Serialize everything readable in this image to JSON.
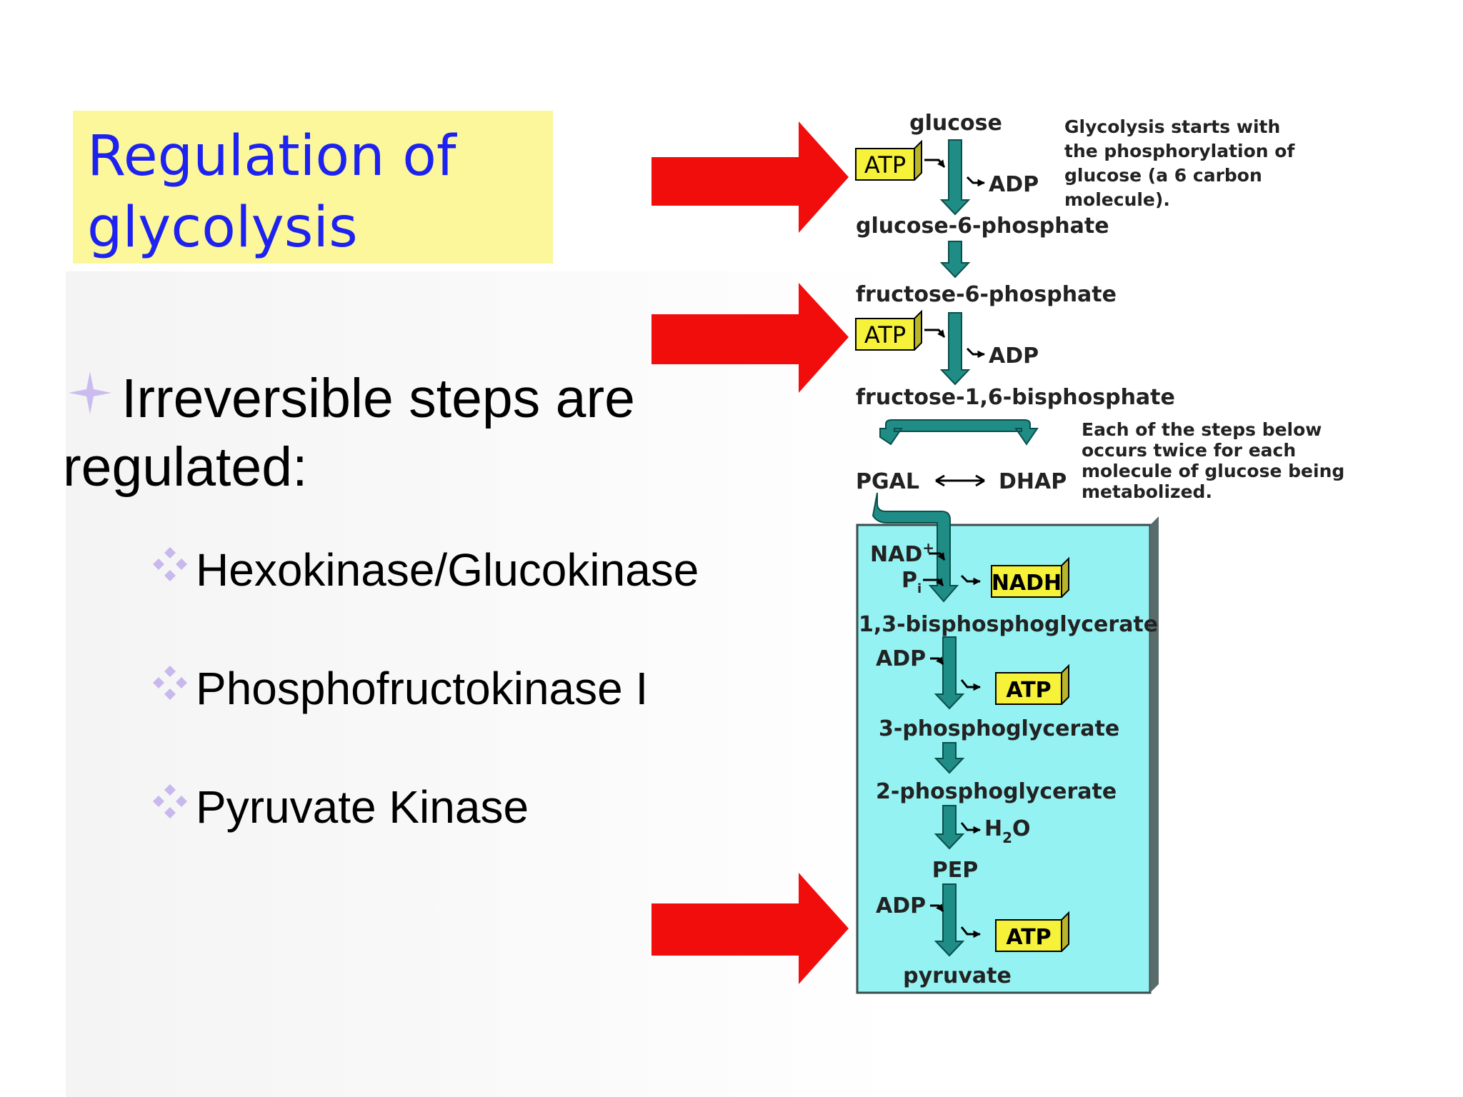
{
  "slide": {
    "title": "Regulation of\nglycolysis",
    "main_bullet": "Irreversible steps are regulated:",
    "sub_bullets": [
      "Hexokinase/Glucokinase",
      "Phosphofructokinase I",
      "Pyruvate Kinase"
    ]
  },
  "diagram": {
    "metabolites": {
      "glucose": "glucose",
      "g6p": "glucose-6-phosphate",
      "f6p": "fructose-6-phosphate",
      "f16bp": "fructose-1,6-bisphosphate",
      "pgal": "PGAL",
      "dhap": "DHAP",
      "bpg13": "1,3-bisphosphoglycerate",
      "pg3": "3-phosphoglycerate",
      "pg2": "2-phosphoglycerate",
      "pep": "PEP",
      "pyruvate": "pyruvate"
    },
    "cofactors": {
      "atp": "ATP",
      "adp": "ADP",
      "nad": "NAD",
      "nad_sup": "+",
      "pi": "P",
      "pi_sub": "i",
      "nadh": "NADH",
      "h": "H",
      "h_sub": "2",
      "o": "O"
    },
    "notes": {
      "note1": [
        "Glycolysis starts with",
        "the phosphorylation of",
        "glucose (a 6 carbon",
        "molecule)."
      ],
      "note2": [
        "Each of the steps below",
        "occurs twice for each",
        "molecule of glucose being",
        "metabolized."
      ]
    },
    "colors": {
      "arrow_red": "#f20d0d",
      "pathway_teal": "#1f8c86",
      "box_cyan": "#94f2f2",
      "atp_yellow": "#f6f23a",
      "title_bg": "#fbf79a",
      "title_blue": "#1e22f0",
      "bullet_purple": "#c8b8ee"
    }
  }
}
